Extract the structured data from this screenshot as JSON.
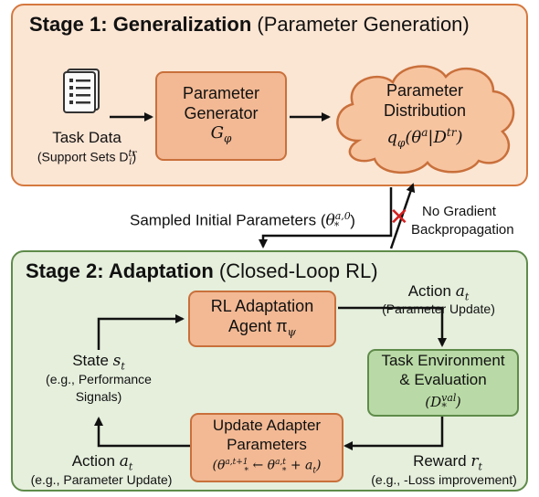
{
  "stage1": {
    "title_bold": "Stage 1: Generalization",
    "title_rest": "(Parameter Generation)",
    "task_data_label": "Task Data",
    "task_data_sub": "(Support Sets D",
    "task_data_sub_sup": "tr",
    "task_data_sub_sub": "i",
    "task_data_sub_close": ")",
    "generator_line1": "Parameter",
    "generator_line2": "Generator",
    "generator_symbol": "G",
    "generator_symbol_sub": "φ",
    "distribution_line1": "Parameter",
    "distribution_line2": "Distribution",
    "distribution_formula_a": "q",
    "distribution_formula_a_sub": "φ",
    "distribution_formula_b": "(θ",
    "distribution_formula_b_sup": "a",
    "distribution_formula_c": "|D",
    "distribution_formula_c_sup": "tr",
    "distribution_formula_d": ")"
  },
  "between": {
    "sampled_text": "Sampled Initial Parameters (",
    "sampled_theta": "θ",
    "sampled_sup": "a,0",
    "sampled_sub": "*",
    "sampled_close": ")",
    "no_gradient_line1": "No Gradient",
    "no_gradient_line2": "Backpropagation",
    "cross_glyph": "✕"
  },
  "stage2": {
    "title_bold": "Stage 2: Adaptation",
    "title_rest": "(Closed-Loop RL)",
    "agent_line1": "RL Adaptation",
    "agent_line2": "Agent π",
    "agent_sub": "ψ",
    "action_top_label": "Action ",
    "action_top_symbol": "a",
    "action_top_sub": "t",
    "action_top_note": "(Parameter Update)",
    "env_line1": "Task Environment",
    "env_line2": "& Evaluation",
    "env_formula": "(D",
    "env_formula_sup": "val",
    "env_formula_sub": "*",
    "env_formula_close": ")",
    "state_label": "State ",
    "state_symbol": "s",
    "state_sub": "t",
    "state_note1": "(e.g., Performance",
    "state_note2": "Signals)",
    "update_line1": "Update Adapter",
    "update_line2": "Parameters",
    "update_formula_a": "(θ",
    "update_formula_a_sup": "a,t+1",
    "update_formula_a_sub": "*",
    "update_formula_b": " ← θ",
    "update_formula_b_sup": "a,t",
    "update_formula_b_sub": "*",
    "update_formula_c": " + a",
    "update_formula_c_sub": "t",
    "update_formula_d": ")",
    "reward_label": "Reward ",
    "reward_symbol": "r",
    "reward_sub": "t",
    "reward_note": "(e.g., -Loss improvement)",
    "action_bottom_label": "Action ",
    "action_bottom_symbol": "a",
    "action_bottom_sub": "t",
    "action_bottom_note": "(e.g., Parameter Update)"
  },
  "colors": {
    "stage1_fill": "#fbe5d3",
    "stage1_border": "#d5783f",
    "stage2_fill": "#e5efdc",
    "stage2_border": "#5f8b4a",
    "box_orange": "#f2b994",
    "box_green": "#b9daa6",
    "cross_red": "#d62020"
  },
  "icons": {
    "task_data": "document-list-icon"
  }
}
